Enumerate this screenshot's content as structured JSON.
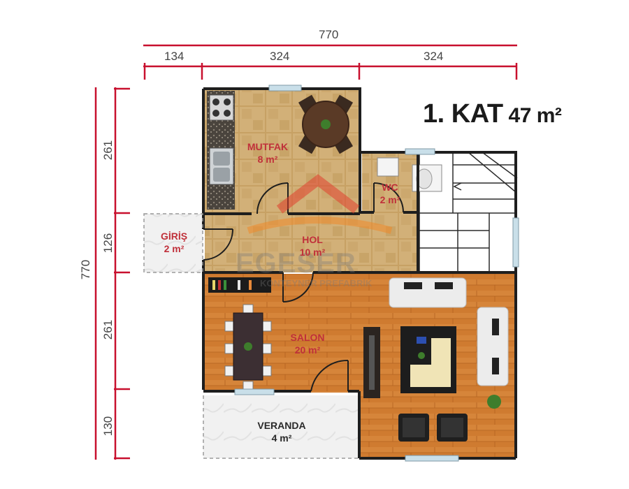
{
  "title": {
    "floor": "1. KAT",
    "area": "47 m²"
  },
  "dimensions": {
    "top_total": "770",
    "top_segments": [
      "134",
      "324",
      "324"
    ],
    "left_total": "770",
    "left_segments": [
      "261",
      "126",
      "261",
      "130"
    ]
  },
  "rooms": {
    "mutfak": {
      "name": "MUTFAK",
      "area": "8 m²"
    },
    "wc": {
      "name": "WC",
      "area": "2 m²"
    },
    "giris": {
      "name": "GİRİŞ",
      "area": "2 m²"
    },
    "hol": {
      "name": "HOL",
      "area": "10 m²"
    },
    "salon": {
      "name": "SALON",
      "area": "20 m²"
    },
    "veranda": {
      "name": "VERANDA",
      "area": "4 m²"
    }
  },
  "watermark": {
    "brand": "EGESER",
    "sub": "KONTEYNER PREFABRİK"
  },
  "colors": {
    "dimension_red": "#c8102e",
    "wall": "#1e1e1e",
    "wood": "#c9742c",
    "tile": "#c9a66b",
    "label_red": "#c0303a"
  }
}
